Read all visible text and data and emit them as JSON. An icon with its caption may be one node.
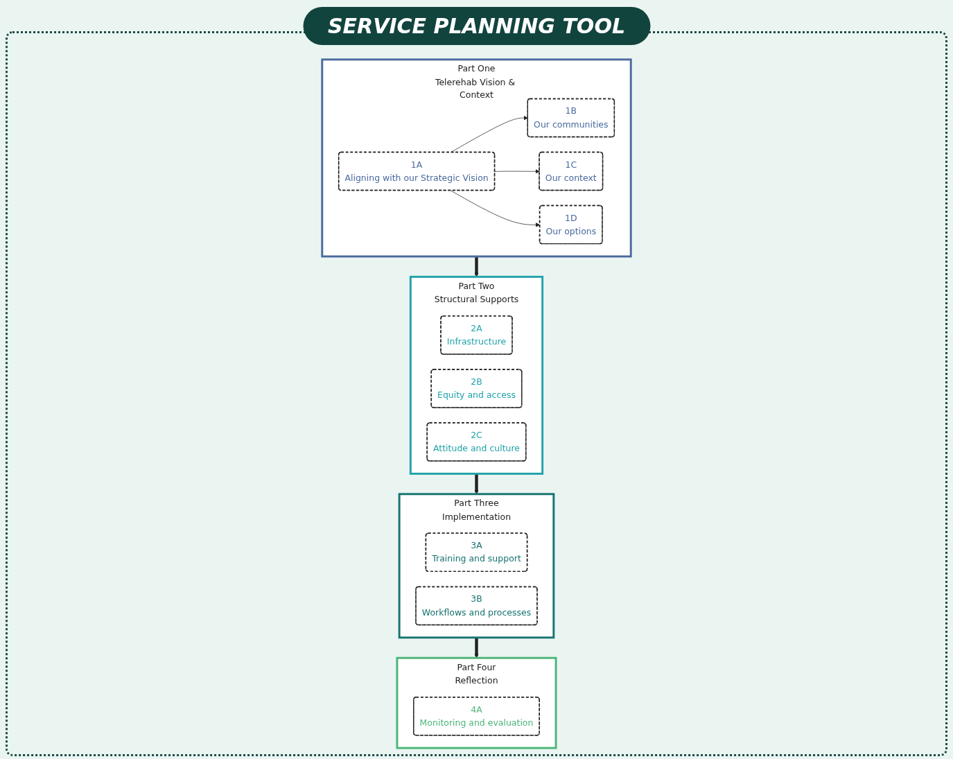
{
  "diagram": {
    "title": "SERVICE PLANNING TOOL",
    "nodes": [
      {
        "text": [
          "Part One",
          "Telerehab Vision & Context"
        ]
      },
      {
        "text": [
          "1A",
          "Aligning with our Strategic Vision"
        ],
        "in": 0
      },
      {
        "text": [
          "1B",
          "Our communities"
        ],
        "in": 0
      },
      {
        "text": [
          "1C",
          "Our context"
        ],
        "in": 0
      },
      {
        "text": [
          "1D",
          "Our options"
        ],
        "in": 0
      },
      {
        "text": [
          "Part Two",
          "Structural Supports"
        ]
      },
      {
        "text": [
          "2A",
          "Infrastructure"
        ],
        "in": 5
      },
      {
        "text": [
          "2B",
          "Equity and access"
        ],
        "in": 5
      },
      {
        "text": [
          "2C",
          "Attitude and culture"
        ],
        "in": 5
      },
      {
        "text": [
          "Part Three",
          "Implementation"
        ]
      },
      {
        "text": [
          "3A",
          "Training and support"
        ],
        "in": 9
      },
      {
        "text": [
          "3B",
          "Workflows and processes"
        ],
        "in": 9
      },
      {
        "text": [
          "Part Four",
          "Reflection"
        ]
      },
      {
        "text": [
          "4A",
          "Monitoring and evaluation"
        ],
        "in": 12
      }
    ],
    "edges": [
      {
        "from": 1,
        "to": 2,
        "arrow": "to"
      },
      {
        "from": 1,
        "to": 3,
        "arrow": "to"
      },
      {
        "from": 1,
        "to": 4,
        "arrow": "to"
      },
      {
        "from": 0,
        "to": 5,
        "arrow": "to",
        "style": "thick"
      },
      {
        "from": 5,
        "to": 9,
        "arrow": "to",
        "style": "thick"
      },
      {
        "from": 9,
        "to": 12,
        "arrow": "to",
        "style": "thick"
      }
    ]
  }
}
